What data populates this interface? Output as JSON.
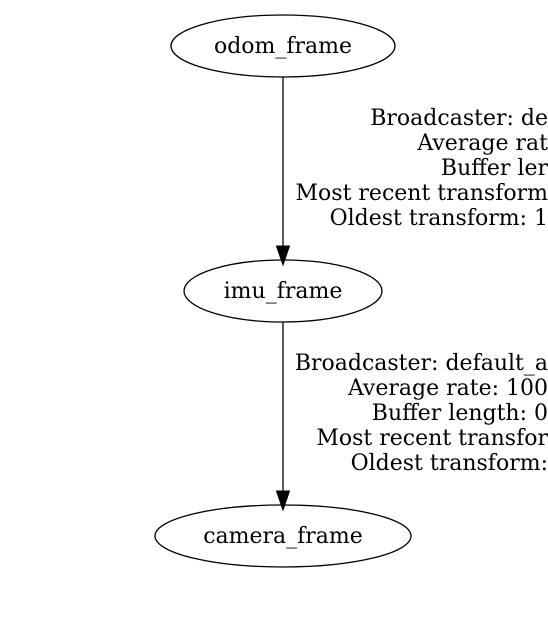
{
  "nodes": [
    {
      "id": "odom_frame",
      "label": "odom_frame"
    },
    {
      "id": "imu_frame",
      "label": "imu_frame"
    },
    {
      "id": "camera_frame",
      "label": "camera_frame"
    }
  ],
  "edges": [
    {
      "from": "odom_frame",
      "to": "imu_frame",
      "label_lines": [
        "Broadcaster: de",
        "Average rat",
        "Buffer ler",
        "Most recent transform",
        "Oldest transform: 1"
      ]
    },
    {
      "from": "imu_frame",
      "to": "camera_frame",
      "label_lines": [
        "Broadcaster: default_a",
        "Average rate: 100",
        "Buffer length: 0",
        "Most recent transfor",
        "Oldest transform:"
      ]
    }
  ]
}
